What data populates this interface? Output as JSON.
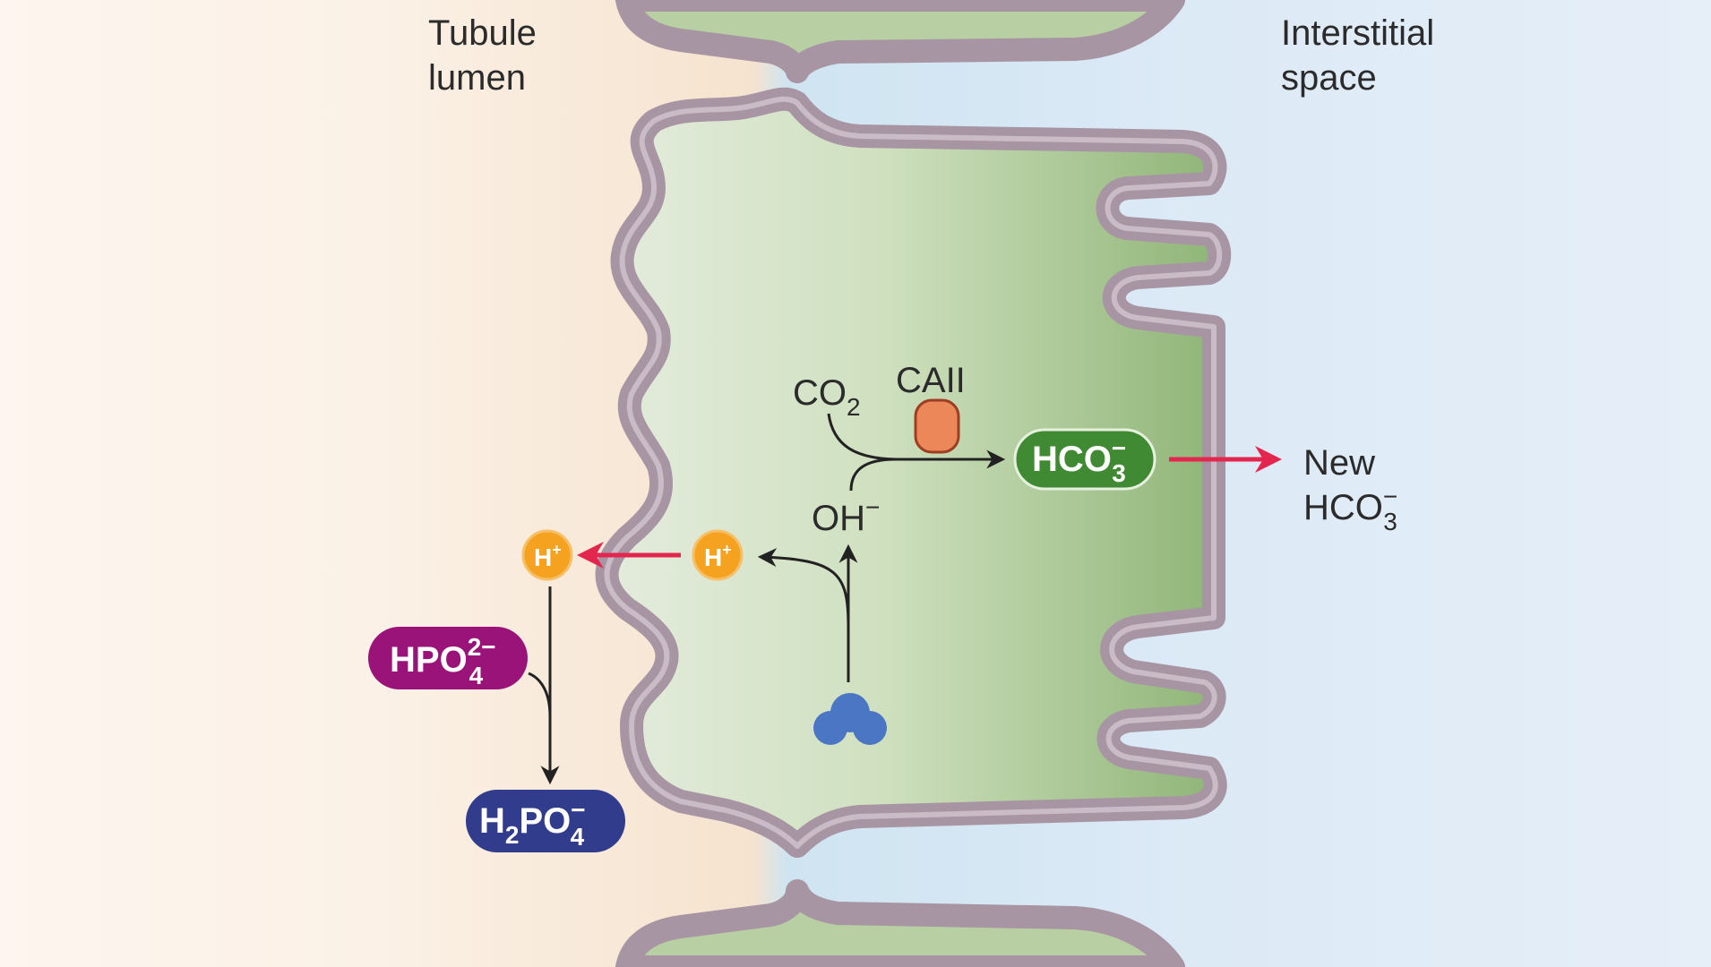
{
  "regions": {
    "lumen_line1": "Tubule",
    "lumen_line2": "lumen",
    "interstitial_line1": "Interstitial",
    "interstitial_line2": "space"
  },
  "cell": {
    "co2_base": "CO",
    "co2_sub": "2",
    "enzyme_label": "CAII",
    "oh_base": "OH",
    "oh_sup": "−",
    "hco3_base": "HCO",
    "hco3_sub": "3",
    "hco3_sup": "−"
  },
  "lumen": {
    "proton_base": "H",
    "proton_sup": "+",
    "hpo4_base": "HPO",
    "hpo4_sub": "4",
    "hpo4_sup": "2−",
    "h2po4_h": "H",
    "h2po4_sub1": "2",
    "h2po4_po": "PO",
    "h2po4_sub2": "4",
    "h2po4_sup": "−"
  },
  "interstitial": {
    "new_line1": "New",
    "new_hco3_base": "HCO",
    "new_hco3_sub": "3",
    "new_hco3_sup": "−"
  },
  "colors": {
    "membrane": "#a895a3",
    "cell_fill": "#a8c68e",
    "proton": "#f4a21f",
    "hco3_pill": "#3f8a32",
    "hpo4_pill": "#9a1378",
    "h2po4_pill": "#323c8c",
    "transport_arrow": "#e3264e",
    "water_molecule": "#4a76c4"
  },
  "icons": [
    "water-molecule-icon",
    "enzyme-icon"
  ]
}
